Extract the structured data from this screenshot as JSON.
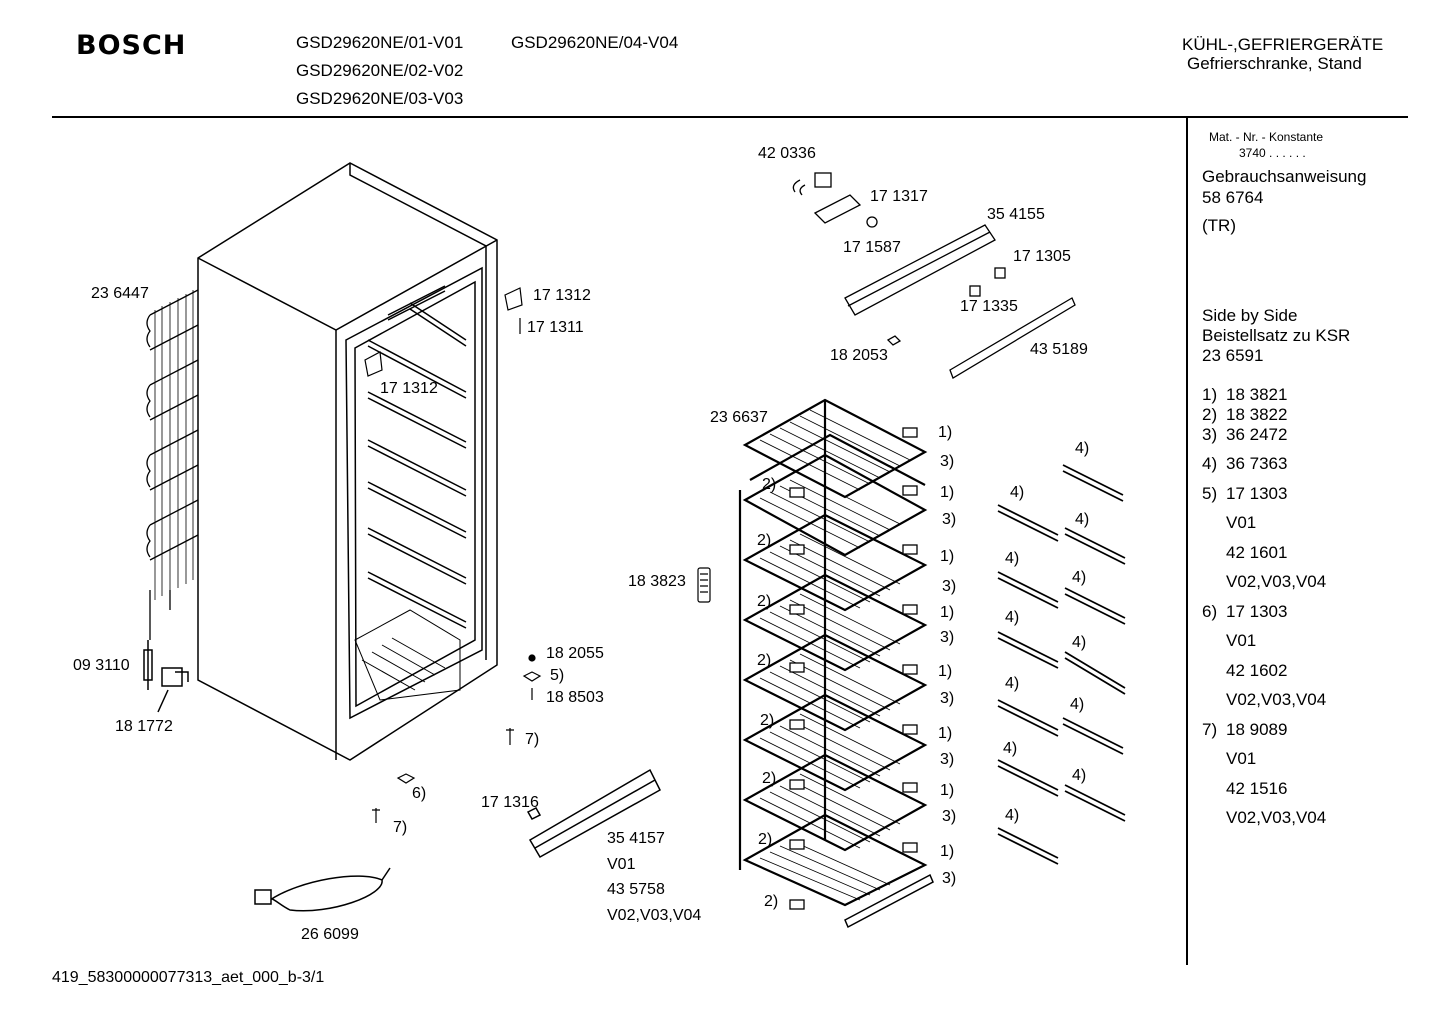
{
  "header": {
    "brand": "BOSCH",
    "models": [
      "GSD29620NE/01-V01",
      "GSD29620NE/02-V02",
      "GSD29620NE/03-V03",
      "GSD29620NE/04-V04"
    ],
    "category": "KÜHL-,GEFRIERGERÄTE",
    "subcategory": "Gefrierschranke, Stand"
  },
  "sidebar": {
    "mat_label": "Mat. - Nr. - Konstante",
    "mat_value": "3740 . . . . . .",
    "manual_label": "Gebrauchsanweisung",
    "manual_number": "58 6764",
    "manual_lang": "(TR)",
    "sbs_line1": "Side by Side",
    "sbs_line2": "Beistellsatz zu KSR",
    "sbs_line3": "23 6591",
    "footnotes": [
      {
        "num": "1)",
        "text": "18 3821"
      },
      {
        "num": "2)",
        "text": "18 3822"
      },
      {
        "num": "3)",
        "text": "36 2472"
      },
      {
        "num": "4)",
        "text": "36 7363"
      },
      {
        "num": "5)",
        "text": "17 1303"
      },
      {
        "num": "",
        "text": "V01"
      },
      {
        "num": "",
        "text": "42 1601"
      },
      {
        "num": "",
        "text": "V02,V03,V04"
      },
      {
        "num": "6)",
        "text": "17 1303"
      },
      {
        "num": "",
        "text": "V01"
      },
      {
        "num": "",
        "text": "42 1602"
      },
      {
        "num": "",
        "text": "V02,V03,V04"
      },
      {
        "num": "7)",
        "text": "18 9089"
      },
      {
        "num": "",
        "text": "V01"
      },
      {
        "num": "",
        "text": "42 1516"
      },
      {
        "num": "",
        "text": "V02,V03,V04"
      }
    ]
  },
  "parts": {
    "p236447": "23 6447",
    "p171312a": "17 1312",
    "p171311": "17 1311",
    "p171312b": "17 1312",
    "p093110": "09 3110",
    "p181772": "18 1772",
    "p182055": "18 2055",
    "p5": "5)",
    "p188503": "18 8503",
    "p7a": "7)",
    "p6": "6)",
    "p7b": "7)",
    "p171316": "17 1316",
    "p354157": "35 4157",
    "pV01": "V01",
    "p435758": "43 5758",
    "pV020304": "V02,V03,V04",
    "p266099": "26 6099",
    "p420336": "42 0336",
    "p171317": "17 1317",
    "p171587": "17 1587",
    "p354155": "35 4155",
    "p171305": "17 1305",
    "p171335": "17 1335",
    "p182053": "18 2053",
    "p435189": "43 5189",
    "p236637": "23 6637",
    "p183823": "18 3823"
  },
  "shelf_marks": {
    "one": "1)",
    "two": "2)",
    "three": "3)",
    "four": "4)"
  },
  "footer": {
    "code": "419_58300000077313_aet_000_b-3/1"
  }
}
